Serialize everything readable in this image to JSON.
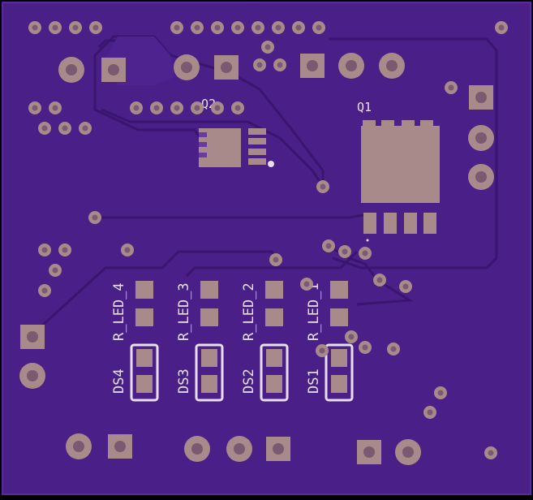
{
  "colors": {
    "background": "#000000",
    "board": "#4a1f87",
    "board_edge": "#5b2a9e",
    "trace": "#3a1570",
    "copper_pour": "#4e2390",
    "pad": "#a88a8a",
    "drill": "#7a5a70",
    "silk": "#e8e0f0",
    "mask": "#6a3aa0"
  },
  "labels": {
    "q1": "Q1",
    "q2": "Q2",
    "r_led_1": "R_LED_1",
    "r_led_2": "R_LED_2",
    "r_led_3": "R_LED_3",
    "r_led_4": "R_LED_4",
    "ds1": "DS1",
    "ds2": "DS2",
    "ds3": "DS3",
    "ds4": "DS4"
  }
}
